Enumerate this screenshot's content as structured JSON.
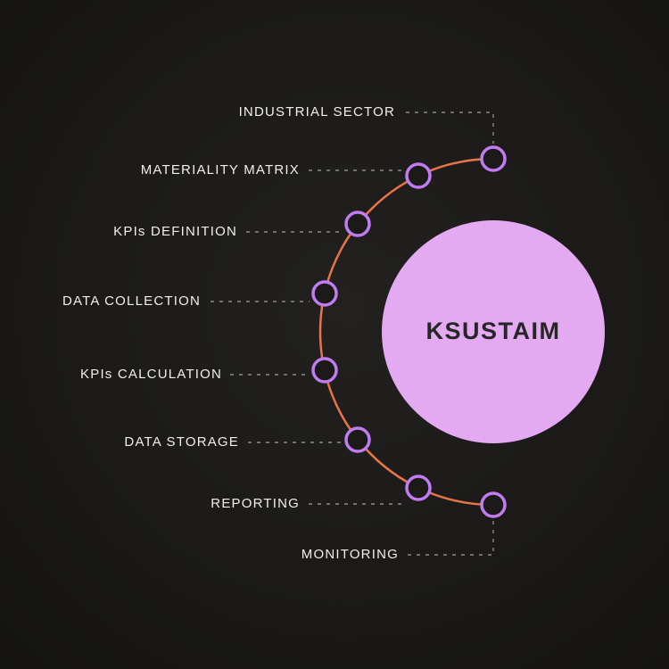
{
  "title": "KSUSTAIM",
  "colors": {
    "background": "#1b1a18",
    "arc": "#e8744b",
    "node_ring": "#c07cf0",
    "center_circle": "#e3aaf2",
    "center_text": "#262626",
    "label": "#f2efe9",
    "connector": "#8d8b88"
  },
  "steps": [
    {
      "label": "INDUSTRIAL SECTOR"
    },
    {
      "label": "MATERIALITY MATRIX"
    },
    {
      "label": "KPIs DEFINITION"
    },
    {
      "label": "DATA COLLECTION"
    },
    {
      "label": "KPIs CALCULATION"
    },
    {
      "label": "DATA STORAGE"
    },
    {
      "label": "REPORTING"
    },
    {
      "label": "MONITORING"
    }
  ]
}
